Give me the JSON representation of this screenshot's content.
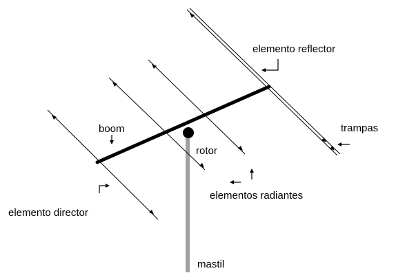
{
  "labels": {
    "reflector": "elemento reflector",
    "boom": "boom",
    "rotor": "rotor",
    "trampas": "trampas",
    "radiantes": "elementos radiantes",
    "director": "elemento director",
    "mastil": "mastil"
  },
  "colors": {
    "ink": "#000000",
    "mast": "#a0a0a0",
    "background": "#ffffff"
  }
}
